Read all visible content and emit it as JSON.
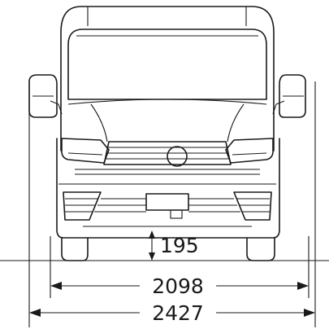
{
  "dimensions": {
    "ground_clearance": "195",
    "track_width": "2098",
    "overall_width": "2427"
  }
}
